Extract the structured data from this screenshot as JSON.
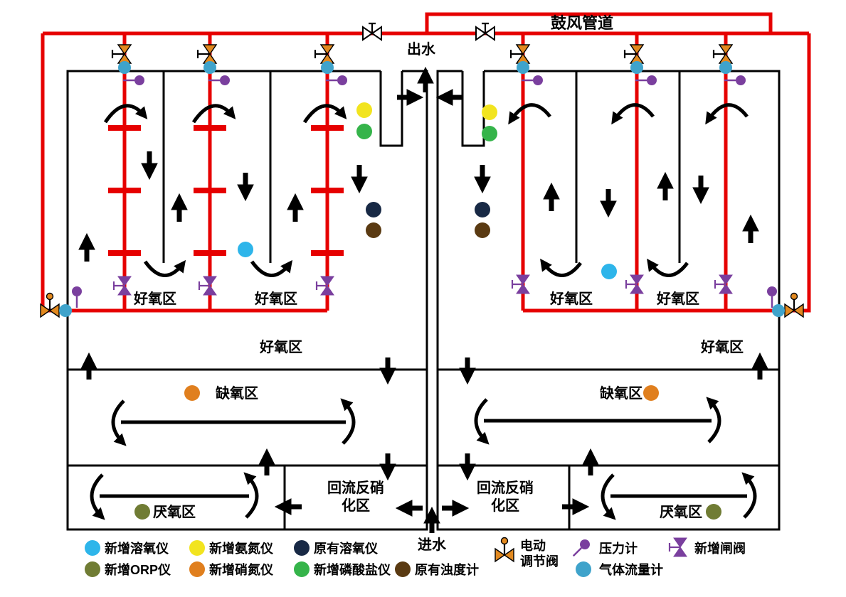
{
  "labels": {
    "blower_pipe": "鼓风管道",
    "outlet": "出水",
    "inlet": "进水",
    "aerobic": "好氧区",
    "anoxic": "缺氧区",
    "anaerobic": "厌氧区",
    "reflux_l1": "回流反硝",
    "reflux_l2": "化区"
  },
  "legend": {
    "do_new": "新增溶氧仪",
    "orp_new": "新增ORP仪",
    "nh3_new": "新增氨氮仪",
    "no3_new": "新增硝氮仪",
    "do_old": "原有溶氧仪",
    "po4_new": "新增磷酸盐仪",
    "turbidity_old": "原有浊度计",
    "motor_valve_l1": "电动",
    "motor_valve_l2": "调节阀",
    "pressure": "压力计",
    "flowmeter": "气体流量计",
    "gate_valve": "新增闸阀"
  },
  "colors": {
    "pipe": "#e60000",
    "do_new": "#2eb5ea",
    "orp_new": "#707c34",
    "nh3_new": "#f2e41f",
    "no3_new": "#e07f1e",
    "do_old": "#182945",
    "po4_new": "#35b44a",
    "turbidity_old": "#5a3a12",
    "gate_valve": "#7a3f9e",
    "motor_valve": "#e2891f",
    "pressure": "#7a3f9e",
    "flowmeter": "#3fa3cb"
  }
}
